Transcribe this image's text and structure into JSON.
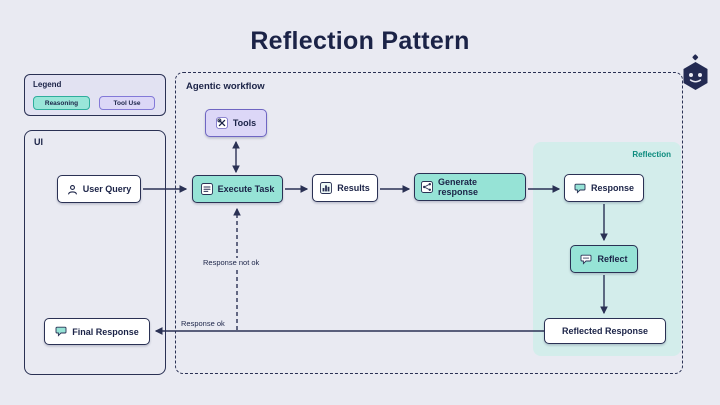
{
  "title": "Reflection Pattern",
  "legend": {
    "label": "Legend",
    "items": [
      {
        "label": "Reasoning",
        "color": "#9ae6d9"
      },
      {
        "label": "Tool Use",
        "color": "#dcd7f7"
      }
    ]
  },
  "ui_panel": {
    "label": "UI",
    "user_query": "User Query",
    "final_response": "Final Response"
  },
  "workflow": {
    "label": "Agentic workflow",
    "tools": "Tools",
    "execute_task": "Execute Task",
    "results": "Results",
    "generate_response": "Generate response"
  },
  "reflection": {
    "label": "Reflection",
    "response": "Response",
    "reflect": "Reflect",
    "reflected_response": "Reflected Response"
  },
  "edges": {
    "response_not_ok": "Response not ok",
    "response_ok": "Response ok"
  },
  "colors": {
    "background": "#e9eaf2",
    "navy": "#1b2347",
    "teal": "#96e3d6",
    "lavender": "#dcd7f7",
    "reflection_bg": "#d3edeb",
    "reflection_label": "#0c8b7d"
  }
}
